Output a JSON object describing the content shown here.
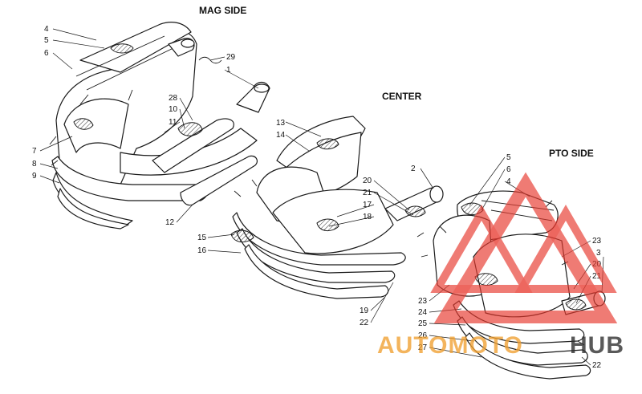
{
  "sections": {
    "mag": "MAG SIDE",
    "center": "CENTER",
    "pto": "PTO SIDE"
  },
  "callouts": {
    "mag": [
      "4",
      "5",
      "6",
      "29",
      "1",
      "28",
      "10",
      "11",
      "7",
      "8",
      "9",
      "12"
    ],
    "center": [
      "13",
      "14",
      "2",
      "20",
      "21",
      "17",
      "18",
      "15",
      "16",
      "19",
      "22"
    ],
    "pto": [
      "5",
      "6",
      "4",
      "23",
      "3",
      "20",
      "21",
      "23",
      "24",
      "25",
      "26",
      "27",
      "22"
    ]
  },
  "watermark": {
    "brand_part1": "AUTOMOTO",
    "brand_part2": "HUB",
    "color_red": "#e8392f",
    "color_orange": "#f0a030",
    "color_dark": "#2b2b2b"
  }
}
